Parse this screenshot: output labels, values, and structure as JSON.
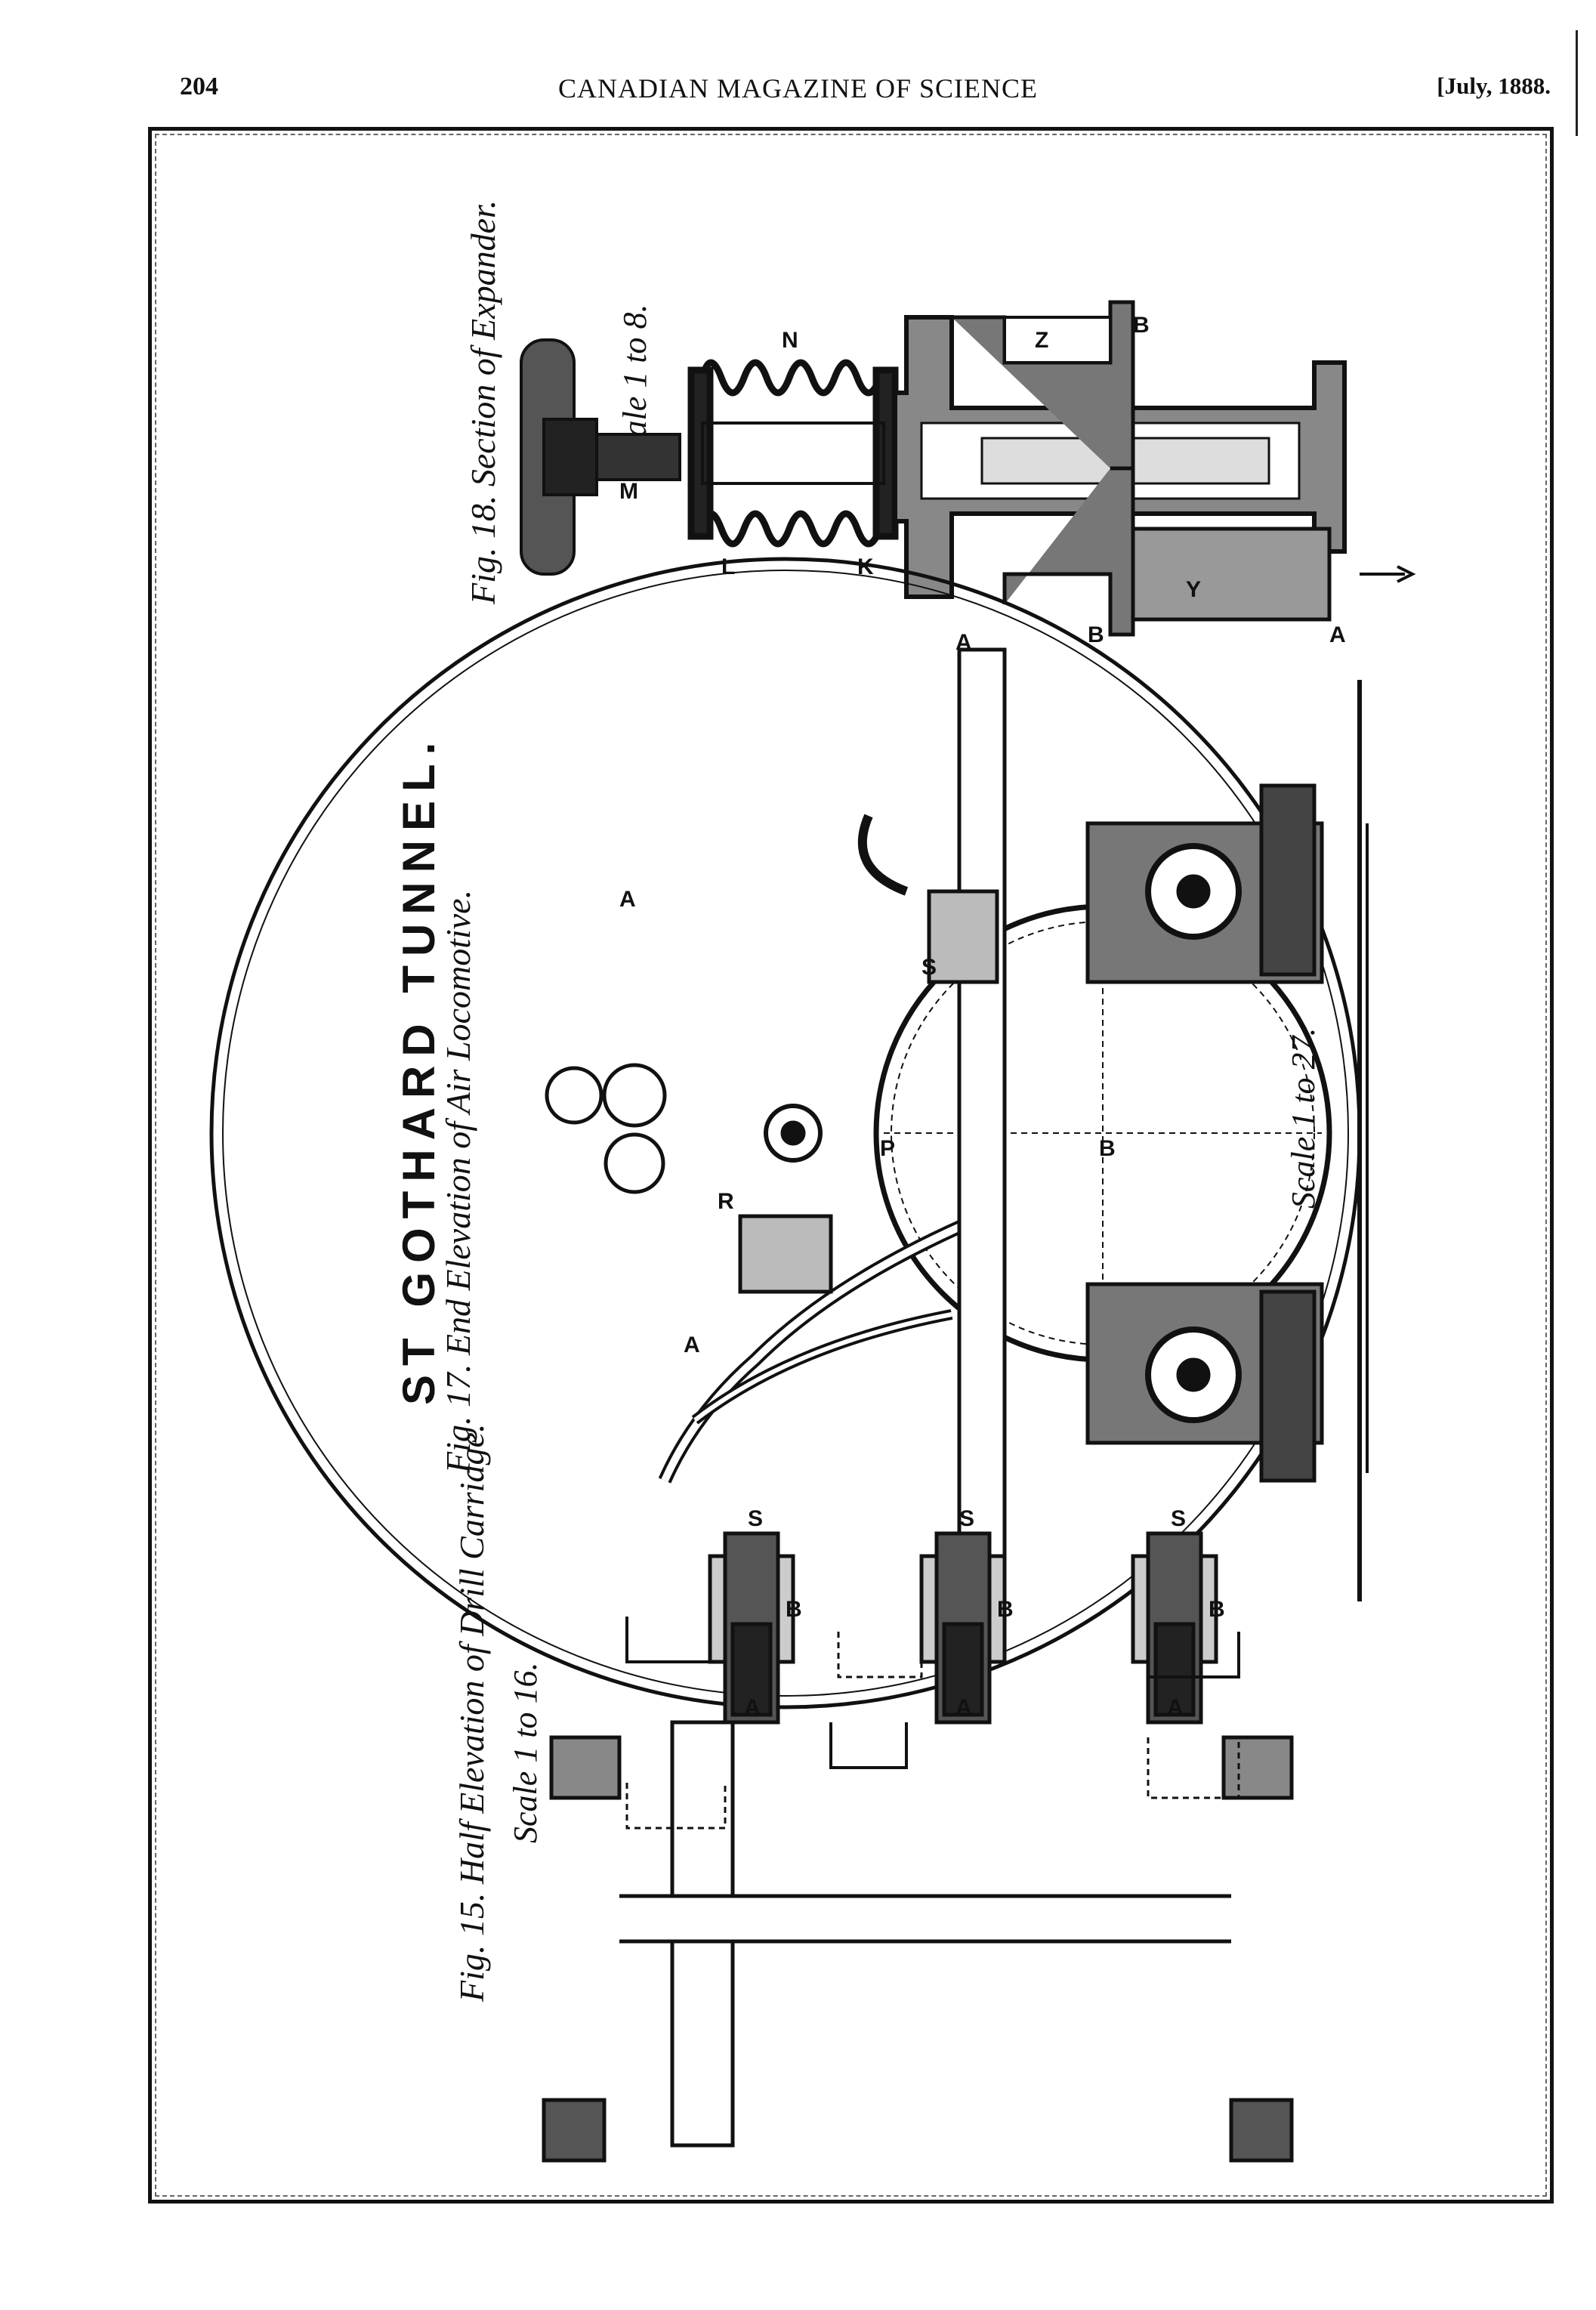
{
  "header": {
    "page_number": "204",
    "running_title": "CANADIAN MAGAZINE OF SCIENCE",
    "issue_date": "[July, 1888."
  },
  "plate": {
    "title": "ST GOTHARD TUNNEL.",
    "fig17": {
      "caption": "Fig. 17.  End Elevation of Air Locomotive.",
      "scale": "Scale 1 to 27.",
      "labels": [
        "A",
        "A",
        "B",
        "P",
        "R",
        "S"
      ]
    },
    "fig18": {
      "caption": "Fig. 18.  Section of Expander.",
      "scale": "Scale 1 to 8.",
      "labels": [
        "L",
        "M",
        "N",
        "K",
        "A",
        "A",
        "B",
        "B",
        "Y",
        "Z"
      ]
    },
    "fig15": {
      "caption": "Fig. 15.  Half Elevation of Drill Carriage.",
      "scale": "Scale 1 to 16.",
      "labels": [
        "A",
        "B",
        "S",
        "A",
        "B",
        "S",
        "A",
        "B",
        "S"
      ]
    }
  }
}
